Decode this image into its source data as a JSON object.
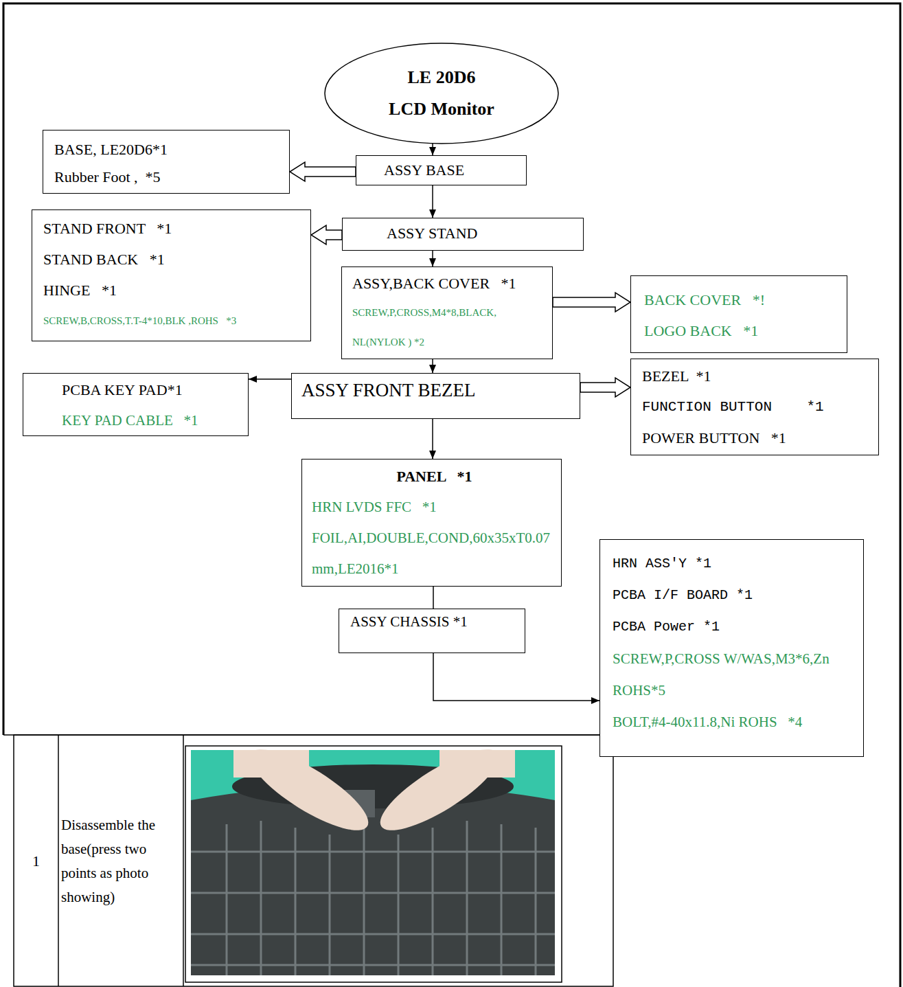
{
  "diagram": {
    "nodes": [
      {
        "text": [
          "LE 20D6",
          "LCD Monitor"
        ]
      },
      {
        "text": [
          "BASE, LE20D6*1",
          "Rubber Foot ,  *5"
        ]
      },
      {
        "text": [
          "ASSY BASE"
        ]
      },
      {
        "text": [
          "STAND FRONT   *1",
          "STAND BACK   *1",
          "HINGE   *1",
          "SCREW,B,CROSS,T.T-4*10,BLK ,ROHS   *3"
        ]
      },
      {
        "text": [
          "ASSY STAND"
        ]
      },
      {
        "text": [
          "ASSY,BACK COVER   *1",
          "SCREW,P,CROSS,M4*8,BLACK, NL(NYLOK ) *2"
        ]
      },
      {
        "text": [
          "BACK COVER   *!",
          "LOGO BACK   *1"
        ]
      },
      {
        "text": [
          "PCBA KEY PAD*1",
          "KEY PAD CABLE   *1"
        ]
      },
      {
        "text": [
          "ASSY FRONT BEZEL"
        ]
      },
      {
        "text": [
          "BEZEL  *1",
          "FUNCTION BUTTON    *1",
          "POWER BUTTON   *1"
        ]
      },
      {
        "text": [
          "PANEL   *1",
          "HRN LVDS FFC   *1",
          "FOIL,AI,DOUBLE,COND,60x35xT0.07mm,LE2016*1"
        ]
      },
      {
        "text": [
          "ASSY CHASSIS *1"
        ]
      },
      {
        "text": [
          "HRN ASS'Y *1",
          "PCBA I/F BOARD *1",
          "PCBA Power *1",
          "SCREW,P,CROSS W/WAS,M3*6,Zn ROHS*5",
          "BOLT,#4-40x11.8,Ni ROHS   *4"
        ]
      }
    ],
    "edges": [
      {
        "from": 0,
        "to": 2,
        "arrow": "to"
      },
      {
        "from": 2,
        "to": 1,
        "arrow": "to"
      },
      {
        "from": 2,
        "to": 4,
        "arrow": "to"
      },
      {
        "from": 4,
        "to": 3,
        "arrow": "to"
      },
      {
        "from": 4,
        "to": 5,
        "arrow": "to"
      },
      {
        "from": 5,
        "to": 6,
        "arrow": "to"
      },
      {
        "from": 5,
        "to": 8,
        "arrow": "to"
      },
      {
        "from": 8,
        "to": 7,
        "arrow": "to"
      },
      {
        "from": 8,
        "to": 9,
        "arrow": "to"
      },
      {
        "from": 8,
        "to": 10,
        "arrow": "to"
      },
      {
        "from": 10,
        "to": 11,
        "arrow": "none"
      },
      {
        "from": 11,
        "to": 12,
        "arrow": "to"
      }
    ],
    "labels": [
      "1",
      "Disassemble the base(press two points as photo showing)"
    ]
  }
}
